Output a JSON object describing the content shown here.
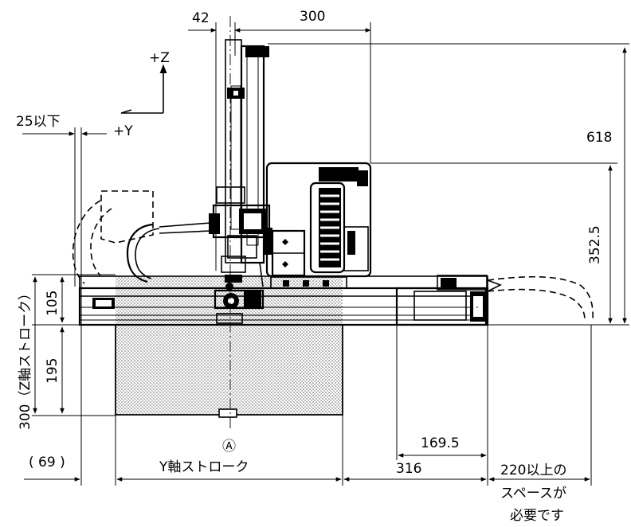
{
  "dimensions": {
    "d42": "42",
    "d300_top": "300",
    "d618": "618",
    "d352_5": "352.5",
    "d25": "25以下",
    "d105": "105",
    "d195": "195",
    "d300_side": "300（Z軸ストローク）",
    "d69": "(  69 )",
    "d169_5": "169.5",
    "d316": "316",
    "d220": "220以上の"
  },
  "axes": {
    "plus_z": "+Z",
    "plus_y": "+Y"
  },
  "labels": {
    "stroke_y": "Y軸ストローク",
    "point_a": "Ⓐ",
    "space_note_2": "スペースが",
    "space_note_3": "必要です"
  },
  "colors": {
    "line": "#000000",
    "shade": "#d8d8d8"
  }
}
